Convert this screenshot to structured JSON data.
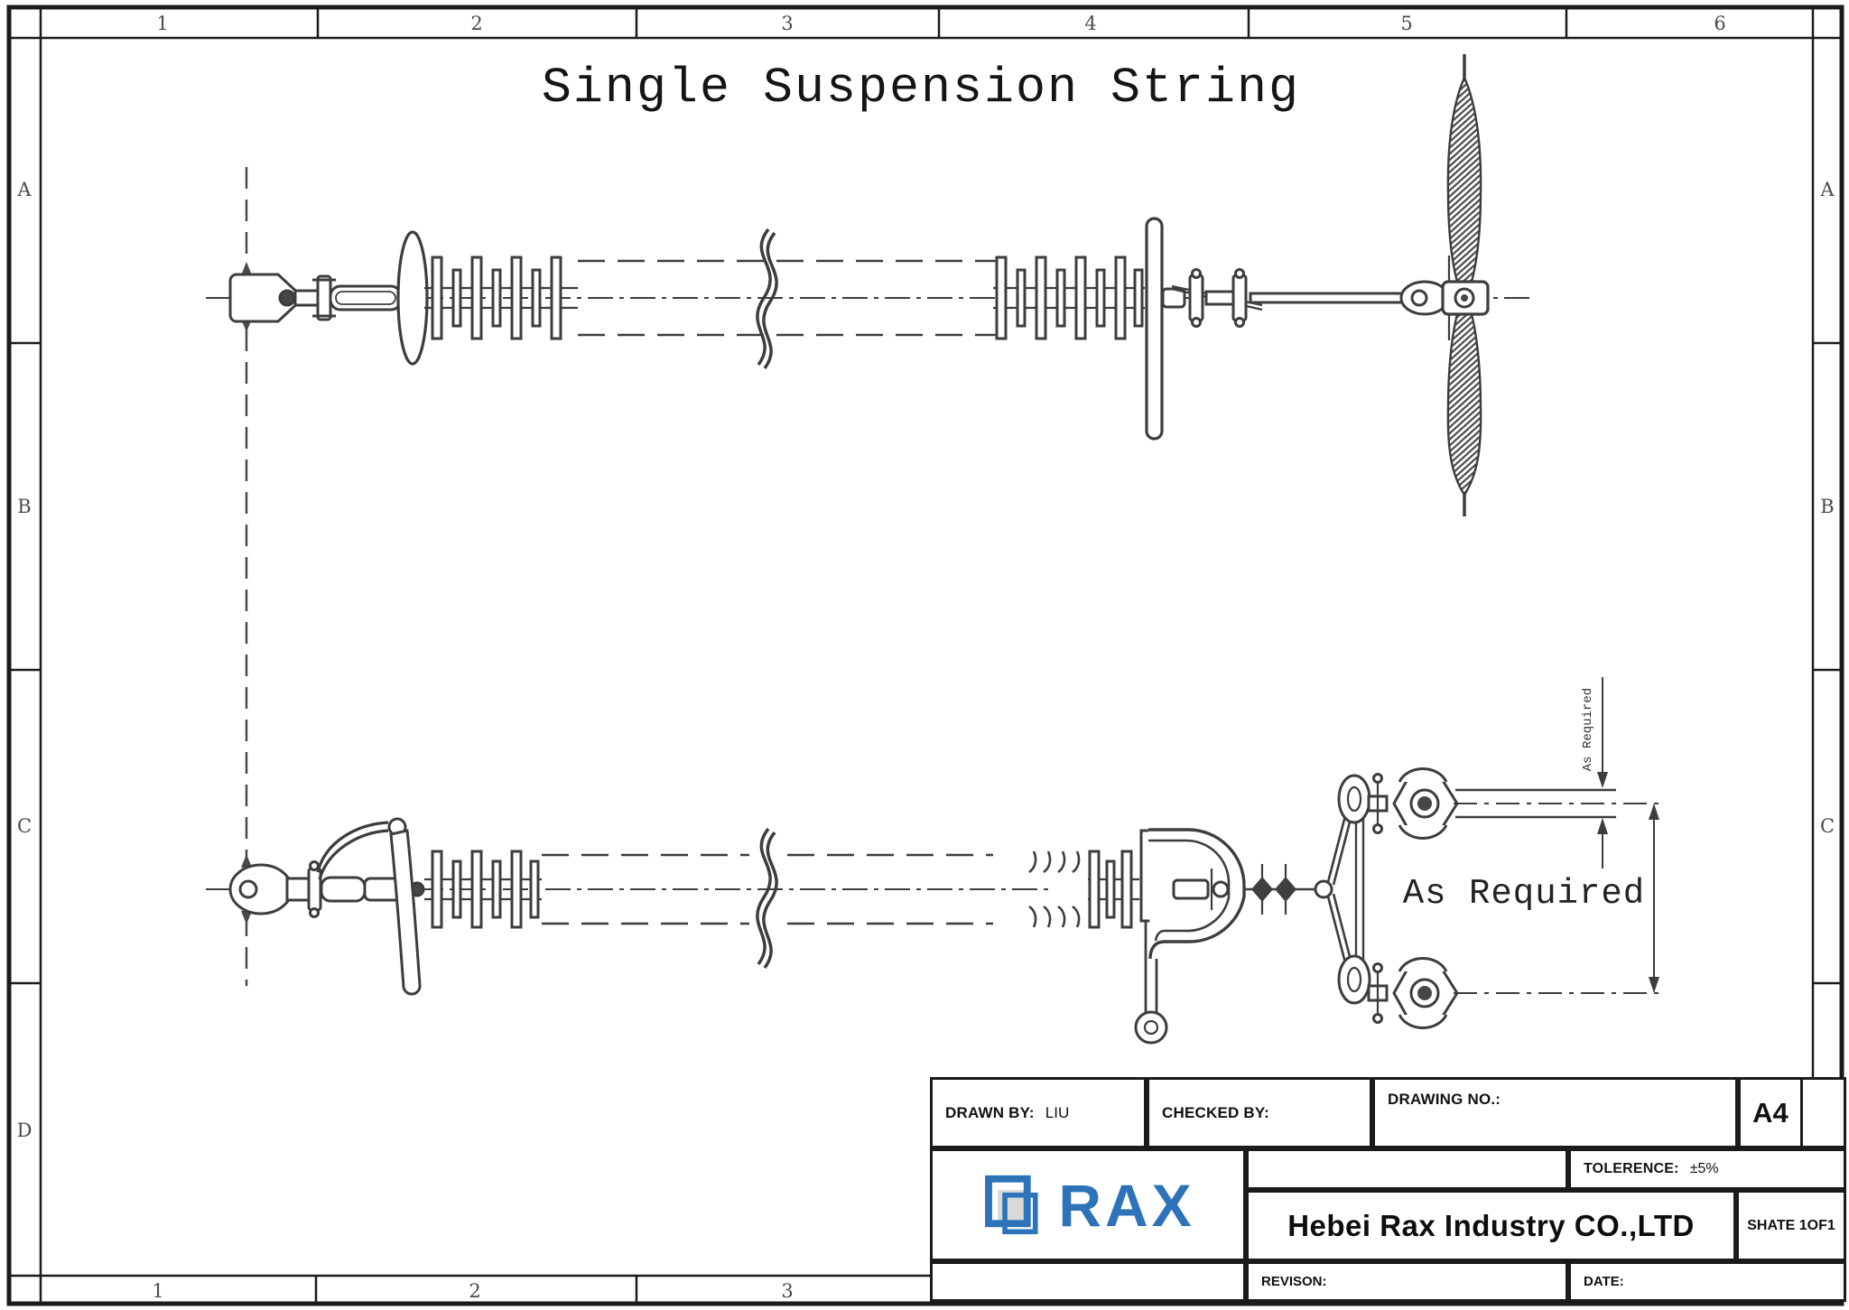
{
  "drawing": {
    "title": "Single Suspension String",
    "annotations": {
      "bundle_spacing": "As Required",
      "conductor_offset": "As Required"
    }
  },
  "frame": {
    "top_labels": [
      "1",
      "2",
      "3",
      "4",
      "5",
      "6"
    ],
    "bottom_labels": [
      "1",
      "2",
      "3"
    ],
    "left_labels": [
      "A",
      "B",
      "C",
      "D"
    ],
    "right_labels": [
      "A",
      "B",
      "C"
    ]
  },
  "title_block": {
    "drawn_by_label": "DRAWN BY:",
    "drawn_by_value": "LIU",
    "checked_by_label": "CHECKED BY:",
    "drawing_no_label": "DRAWING NO.:",
    "paper_size": "A4",
    "tolerance_label": "TOLERENCE:",
    "tolerance_value": "±5%",
    "company": "Hebei Rax Industry CO.,LTD",
    "sheet": "SHATE 1OF1",
    "revision_label": "REVISON:",
    "date_label": "DATE:",
    "logo_text": "RAX"
  },
  "colors": {
    "brand_blue": "#2d73b9",
    "line_ink": "#3d3d3d",
    "frame_ink": "#1b1b1b",
    "background": "#ffffff"
  }
}
